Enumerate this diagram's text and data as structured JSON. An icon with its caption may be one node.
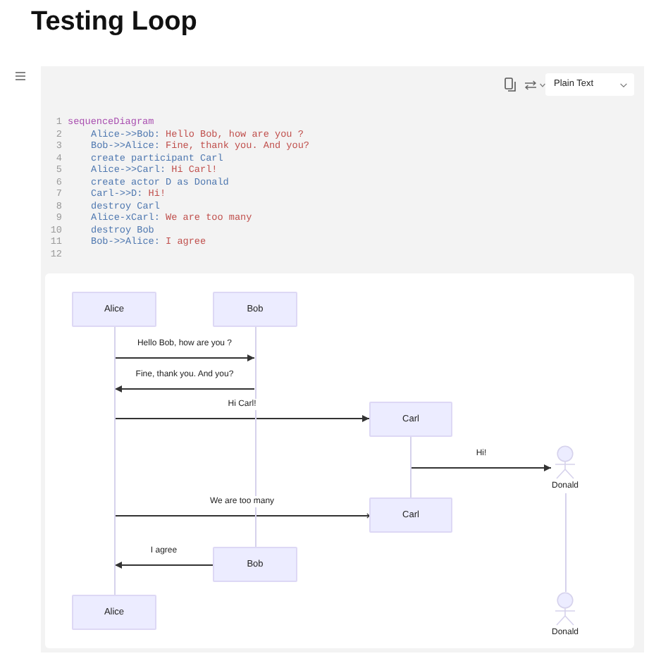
{
  "diagram": {
    "title": "Testing Loop",
    "nodes": [
      {
        "text": [
          "Alice"
        ]
      },
      {
        "text": [
          "Bob"
        ]
      },
      {
        "text": [],
        "shape": "line"
      },
      {
        "text": [],
        "shape": "line"
      },
      {
        "text": [
          "Carl"
        ]
      },
      {
        "text": [],
        "shape": "line"
      },
      {
        "text": [
          "Donald"
        ]
      },
      {
        "text": [],
        "shape": "line"
      },
      {
        "text": [
          "Carl"
        ]
      },
      {
        "text": [
          "Bob"
        ]
      },
      {
        "text": [
          "Alice"
        ]
      },
      {
        "text": [
          "Donald"
        ]
      }
    ],
    "edges": [
      {
        "from": 2,
        "to": 3,
        "arrow": "to",
        "label": "Hello Bob, how are you ?"
      },
      {
        "from": 3,
        "to": 2,
        "arrow": "to",
        "label": "Fine, thank you. And you?"
      },
      {
        "from": 2,
        "to": 4,
        "arrow": "to",
        "label": "Hi Carl!"
      },
      {
        "from": 5,
        "to": 6,
        "arrow": "to",
        "label": "Hi!"
      },
      {
        "from": 2,
        "to": 8,
        "arrow": "other",
        "label": "We are too many"
      },
      {
        "from": 9,
        "to": 2,
        "arrow": "to",
        "label": "I agree"
      }
    ],
    "labels": [
      "Plain Text",
      "1",
      "sequenceDiagram",
      "2",
      "Alice->>Bob: Hello Bob, how are you ?",
      "3",
      "Bob->>Alice: Fine, thank you. And you?",
      "4",
      "create participant Carl",
      "5",
      "Alice->>Carl: Hi Carl!",
      "6",
      "create actor D as Donald",
      "7",
      "Carl->>D: Hi!",
      "8",
      "destroy Carl",
      "9",
      "Alice-xCarl: We are too many",
      "10",
      "destroy Bob",
      "11",
      "Bob->>Alice: I agree",
      "12"
    ]
  }
}
